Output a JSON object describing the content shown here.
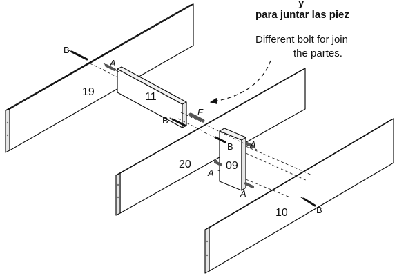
{
  "heading": {
    "line1": "y",
    "line2": "para juntar las piez"
  },
  "note": {
    "line1": "Different bolt for join",
    "line2": "the partes."
  },
  "parts": {
    "p19": "19",
    "p11": "11",
    "p20": "20",
    "p09": "09",
    "p10": "10"
  },
  "hardware": {
    "b_top": "B",
    "a_top": "A",
    "f_mid": "F",
    "b_mid": "B",
    "b_p09": "B",
    "a_p09_right": "A",
    "a_p09_left": "A",
    "a_p09_bottom": "A",
    "b_p10": "B"
  },
  "colors": {
    "outline": "#111111",
    "bolt": "#111111",
    "cam_fastener": "#555555"
  }
}
